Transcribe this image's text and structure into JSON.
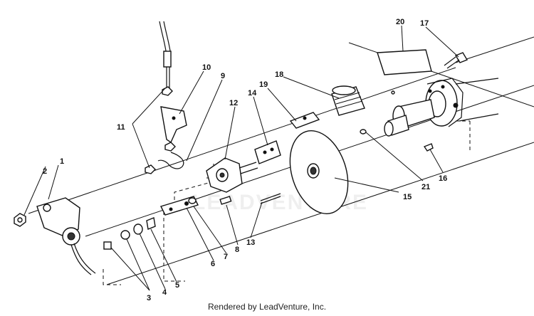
{
  "diagram": {
    "watermark_text": "LEADVENTURE",
    "callouts": [
      {
        "id": "c1",
        "text": "1"
      },
      {
        "id": "c2",
        "text": "2"
      },
      {
        "id": "c3",
        "text": "3"
      },
      {
        "id": "c4",
        "text": "4"
      },
      {
        "id": "c5",
        "text": "5"
      },
      {
        "id": "c6",
        "text": "6"
      },
      {
        "id": "c7",
        "text": "7"
      },
      {
        "id": "c8",
        "text": "8"
      },
      {
        "id": "c9",
        "text": "9"
      },
      {
        "id": "c10",
        "text": "10"
      },
      {
        "id": "c11",
        "text": "11"
      },
      {
        "id": "c12",
        "text": "12"
      },
      {
        "id": "c13",
        "text": "13"
      },
      {
        "id": "c14",
        "text": "14"
      },
      {
        "id": "c15",
        "text": "15"
      },
      {
        "id": "c16",
        "text": "16"
      },
      {
        "id": "c17",
        "text": "17"
      },
      {
        "id": "c18",
        "text": "18"
      },
      {
        "id": "c19",
        "text": "19"
      },
      {
        "id": "c20",
        "text": "20"
      },
      {
        "id": "c21",
        "text": "21"
      }
    ]
  },
  "footer": {
    "credit": "Rendered by LeadVenture, Inc."
  }
}
